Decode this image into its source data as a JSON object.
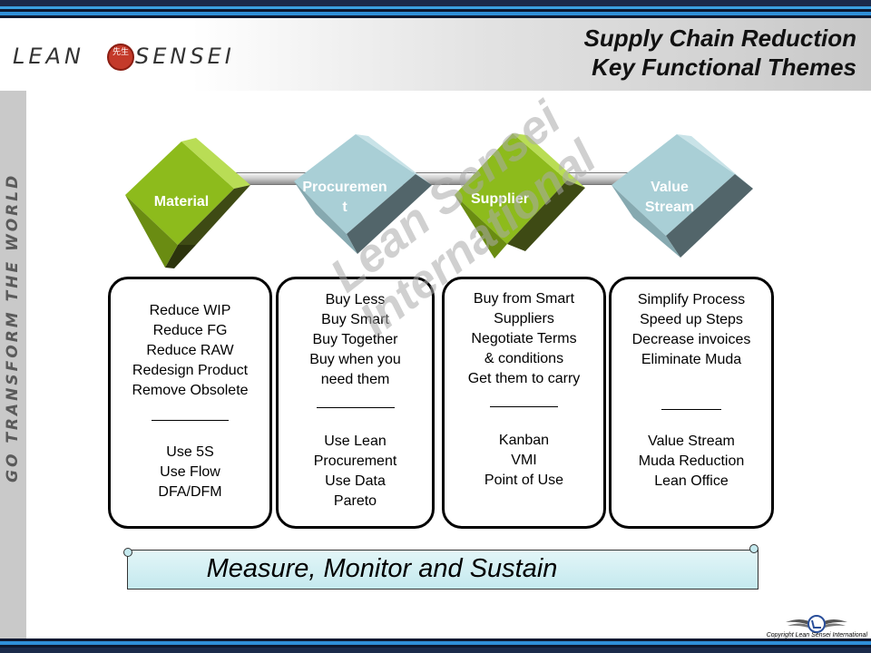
{
  "header": {
    "title_line1": "Supply Chain Reduction",
    "title_line2": "Key Functional Themes",
    "logo": {
      "left": "LEAN",
      "right": "SENSEI",
      "seal": "先生"
    }
  },
  "sidebar": {
    "slogan": "GO TRANSFORM THE WORLD"
  },
  "colors": {
    "green": "#8dbb1c",
    "teal": "#a9cfd6",
    "banner": "#c4e9ee"
  },
  "themes": [
    {
      "label": "Material",
      "items_top": [
        "Reduce WIP",
        "Reduce FG",
        "Reduce RAW",
        "Redesign Product",
        "Remove Obsolete"
      ],
      "items_bottom": [
        "Use 5S",
        "Use Flow",
        "DFA/DFM"
      ]
    },
    {
      "label_line1": "Procuremen",
      "label_line2": "t",
      "items_top": [
        "Buy Less",
        "Buy Smart",
        "Buy Together",
        "Buy when you",
        "need them"
      ],
      "items_bottom": [
        "Use Lean",
        "Procurement",
        "Use Data",
        "Pareto"
      ]
    },
    {
      "label": "Supplier",
      "items_top": [
        "Buy from Smart",
        "Suppliers",
        "Negotiate Terms",
        "& conditions",
        "Get them to carry"
      ],
      "items_bottom": [
        "Kanban",
        "VMI",
        "Point of Use"
      ]
    },
    {
      "label_line1": "Value",
      "label_line2": "Stream",
      "items_top": [
        "Simplify Process",
        "Speed up Steps",
        "Decrease invoices",
        "Eliminate Muda"
      ],
      "items_bottom": [
        "Value Stream",
        "Muda Reduction",
        "Lean Office"
      ]
    }
  ],
  "watermark": {
    "line1": "Lean Sensei",
    "line2": "International"
  },
  "banner": {
    "text": "Measure, Monitor and Sustain"
  },
  "footer": {
    "copyright": "Copyright  Lean Sensei International"
  }
}
